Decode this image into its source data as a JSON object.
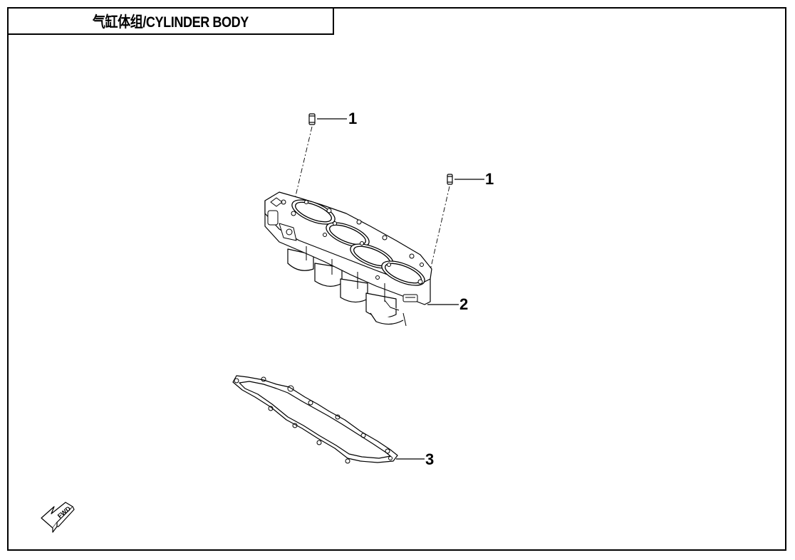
{
  "title": "气缸体组/CYLINDER BODY",
  "callouts": [
    {
      "id": "1",
      "label": "1"
    },
    {
      "id": "1b",
      "label": "1"
    },
    {
      "id": "2",
      "label": "2"
    },
    {
      "id": "3",
      "label": "3"
    }
  ],
  "parts": {
    "dowel_pin": {
      "callout": "1",
      "count_shown": 2
    },
    "cylinder_block": {
      "callout": "2",
      "bores": 4
    },
    "cylinder_gasket": {
      "callout": "3"
    }
  },
  "forward_arrow_text": "FWD",
  "colors": {
    "line": "#000000",
    "background": "#ffffff"
  }
}
